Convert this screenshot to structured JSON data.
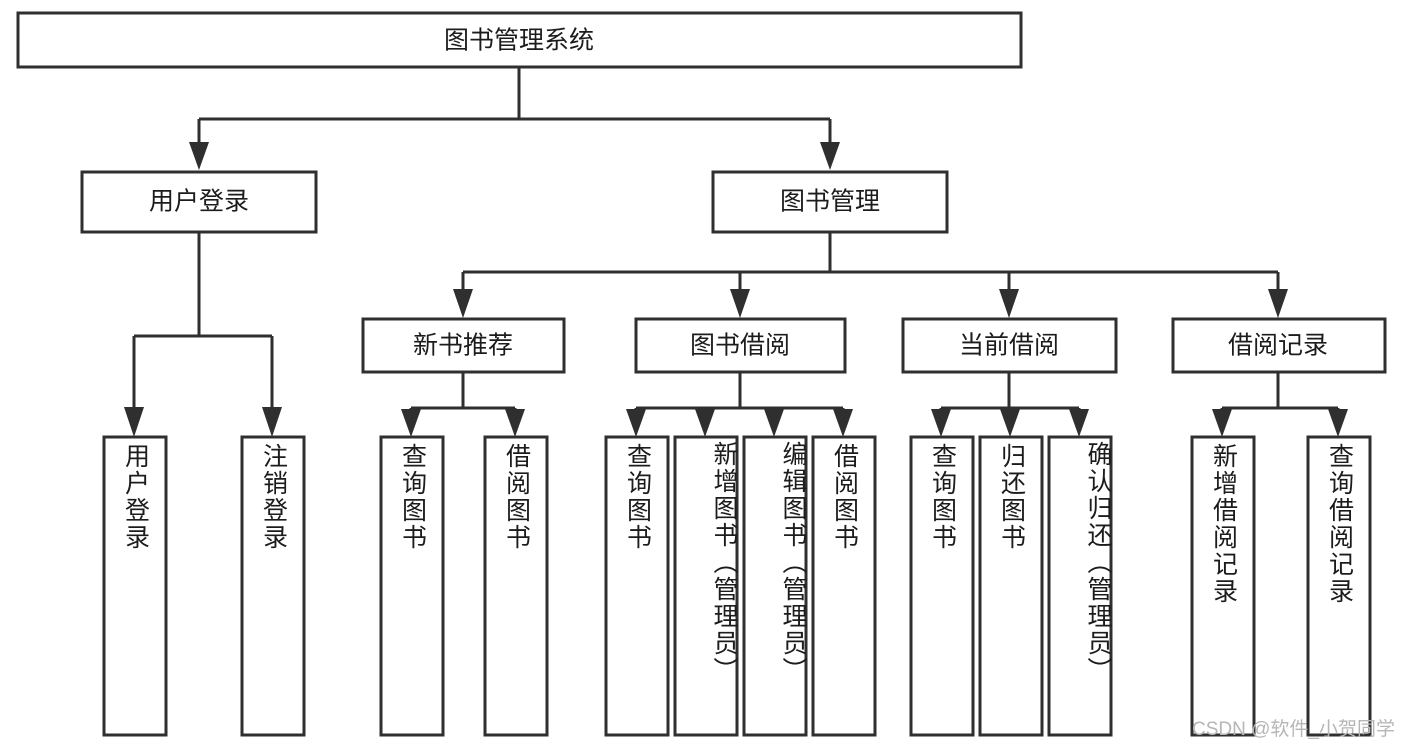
{
  "diagram": {
    "type": "tree",
    "title": "图书管理系统",
    "root": {
      "id": "root",
      "label": "图书管理系统"
    },
    "level1": [
      {
        "id": "user-login",
        "label": "用户登录"
      },
      {
        "id": "book-management",
        "label": "图书管理"
      }
    ],
    "level2": [
      {
        "id": "new-book-recommend",
        "label": "新书推荐",
        "parent": "book-management"
      },
      {
        "id": "book-borrow",
        "label": "图书借阅",
        "parent": "book-management"
      },
      {
        "id": "current-borrow",
        "label": "当前借阅",
        "parent": "book-management"
      },
      {
        "id": "borrow-record",
        "label": "借阅记录",
        "parent": "book-management"
      }
    ],
    "leaves": [
      {
        "id": "leaf-user-login",
        "label": "用户登录",
        "parent": "user-login"
      },
      {
        "id": "leaf-user-logout",
        "label": "注销登录",
        "parent": "user-login"
      },
      {
        "id": "leaf-query-book-1",
        "label": "查询图书",
        "parent": "new-book-recommend"
      },
      {
        "id": "leaf-borrow-book-1",
        "label": "借阅图书",
        "parent": "new-book-recommend"
      },
      {
        "id": "leaf-query-book-2",
        "label": "查询图书",
        "parent": "book-borrow"
      },
      {
        "id": "leaf-add-book",
        "label": "新增图书（管理员）",
        "parent": "book-borrow"
      },
      {
        "id": "leaf-edit-book",
        "label": "编辑图书（管理员）",
        "parent": "book-borrow"
      },
      {
        "id": "leaf-borrow-book-2",
        "label": "借阅图书",
        "parent": "book-borrow"
      },
      {
        "id": "leaf-query-book-3",
        "label": "查询图书",
        "parent": "current-borrow"
      },
      {
        "id": "leaf-return-book",
        "label": "归还图书",
        "parent": "current-borrow"
      },
      {
        "id": "leaf-confirm-return",
        "label": "确认归还（管理员）",
        "parent": "current-borrow"
      },
      {
        "id": "leaf-add-record",
        "label": "新增借阅记录",
        "parent": "borrow-record"
      },
      {
        "id": "leaf-query-record",
        "label": "查询借阅记录",
        "parent": "borrow-record"
      }
    ],
    "colors": {
      "stroke": "#2f2f2f",
      "fill": "#ffffff",
      "text": "#1c1c1c",
      "watermark": "#b6b6b6"
    }
  },
  "watermark": {
    "text": "CSDN @软件_小贺同学"
  }
}
